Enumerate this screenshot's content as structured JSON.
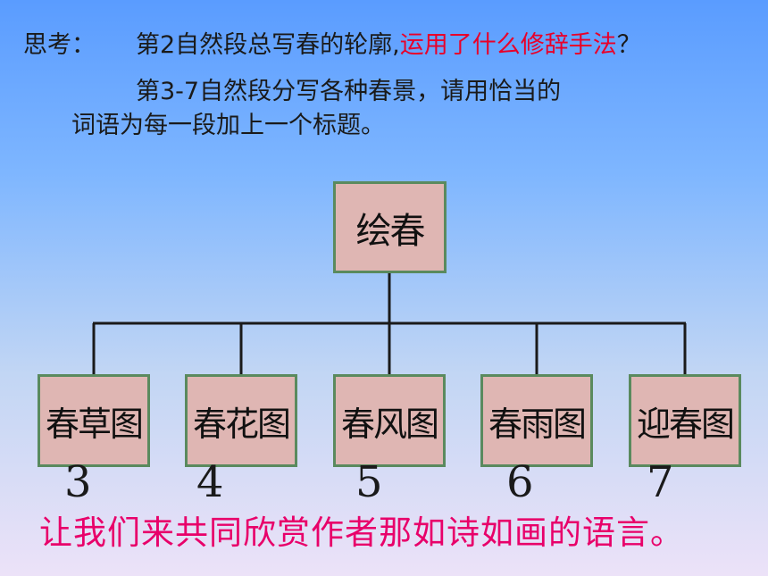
{
  "question1": {
    "label": "思考：",
    "text": "第2自然段总写春的轮廓,",
    "highlight": "运用了什么修辞手法",
    "end": "？"
  },
  "question2": {
    "line1": "第3-7自然段分写各种春景，请用恰当的",
    "line2": "词语为每一段加上一个标题。"
  },
  "tree": {
    "root": "绘春",
    "leaves": [
      {
        "title": "春草图",
        "number": "3"
      },
      {
        "title": "春花图",
        "number": "4"
      },
      {
        "title": "春风图",
        "number": "5"
      },
      {
        "title": "春雨图",
        "number": "6"
      },
      {
        "title": "迎春图",
        "number": "7"
      }
    ]
  },
  "bottom_text": "让我们来共同欣赏作者那如诗如画的语言。",
  "colors": {
    "box_fill": "#dfb6b3",
    "box_border": "#5a8a5e",
    "highlight_red": "#e8002a",
    "bottom_pink": "#e8006a"
  }
}
